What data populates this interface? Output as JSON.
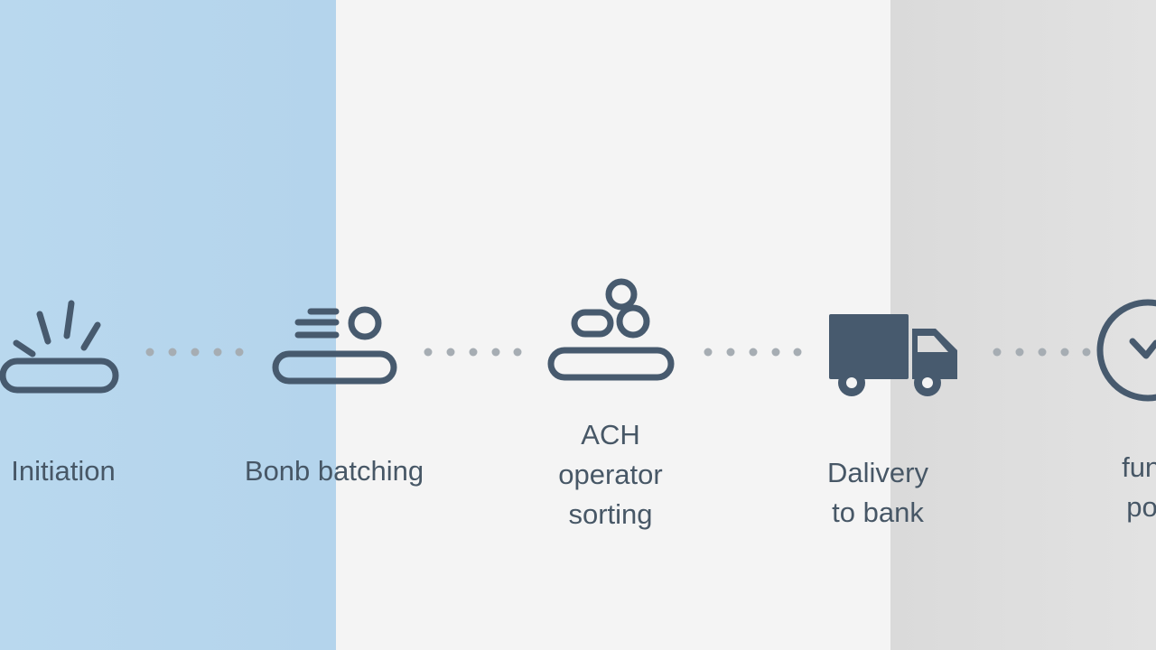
{
  "colors": {
    "icon_stroke": "#475a6e",
    "dots": "#a6adb3",
    "label_text": "#475766",
    "panel_left": "#b7d6ed",
    "panel_mid": "#f4f4f4",
    "panel_right": "#dcdcdc"
  },
  "steps": [
    {
      "icon": "initiation-icon",
      "lines": [
        "Initiation"
      ]
    },
    {
      "icon": "batch-icon",
      "lines": [
        "Bonb batching"
      ]
    },
    {
      "icon": "sorting-icon",
      "lines": [
        "ACH",
        "operator",
        "sorting"
      ]
    },
    {
      "icon": "truck-icon",
      "lines": [
        "Dalivery",
        "to bank"
      ]
    },
    {
      "icon": "check-icon",
      "lines": [
        "funds",
        "posti"
      ]
    }
  ]
}
